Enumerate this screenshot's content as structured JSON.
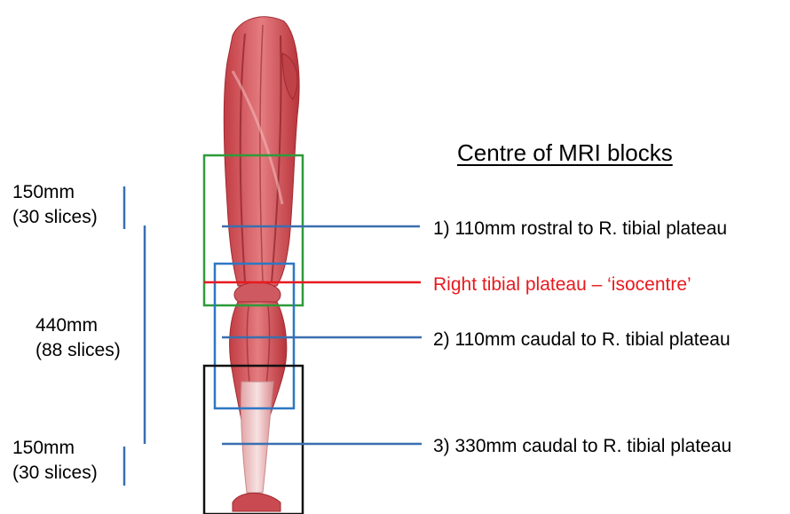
{
  "heading": "Centre of MRI blocks",
  "left_labels": {
    "top": [
      "150mm",
      "(30 slices)"
    ],
    "middle": [
      "440mm",
      "(88 slices)"
    ],
    "bottom": [
      "150mm",
      "(30 slices)"
    ]
  },
  "markers": [
    {
      "text": "1) 110mm rostral to R. tibial plateau",
      "color": "#3a6fb0"
    },
    {
      "text": "Right tibial plateau – ‘isocentre’",
      "color": "#e8191e"
    },
    {
      "text": "2) 110mm caudal to R. tibial plateau",
      "color": "#3a6fb0"
    },
    {
      "text": "3) 330mm caudal to R. tibial plateau",
      "color": "#3a6fb0"
    }
  ],
  "colors": {
    "scale_bar": "#3a6fb0",
    "block_top": "#2e9b3a",
    "block_middle": "#2d77c4",
    "block_bottom": "#111111",
    "muscle": "#d9545a"
  },
  "illustration": "leg-muscle-anatomy"
}
